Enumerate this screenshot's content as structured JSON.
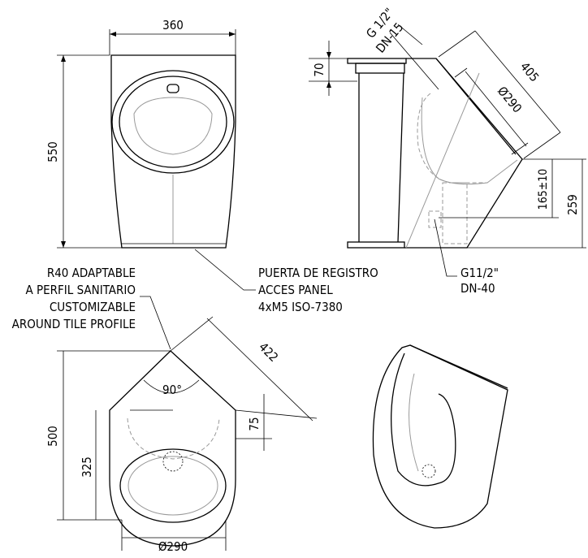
{
  "front_view": {
    "width_dim": "360",
    "height_dim": "550"
  },
  "side_view": {
    "top_dim": "70",
    "inlet_thread": "G 1/2\"",
    "inlet_dn": "DN-15",
    "length_dim": "405",
    "bowl_dia": "Ø290",
    "outlet_height_dim": "165±10",
    "bottom_height_dim": "259",
    "outlet_thread": "G11/2\"",
    "outlet_dn": "DN-40"
  },
  "notes": {
    "corner_lines": [
      "R40 ADAPTABLE",
      "A PERFIL SANITARIO",
      "CUSTOMIZABLE",
      "AROUND TILE PROFILE"
    ],
    "panel_lines": [
      "PUERTA DE REGISTRO",
      "ACCES PANEL",
      "4xM5 ISO-7380"
    ]
  },
  "plan_view": {
    "diagonal_dim": "422",
    "angle": "90°",
    "offset_dim": "75",
    "depth_dim": "500",
    "bowl_depth_dim": "325",
    "bowl_dia": "Ø290"
  }
}
